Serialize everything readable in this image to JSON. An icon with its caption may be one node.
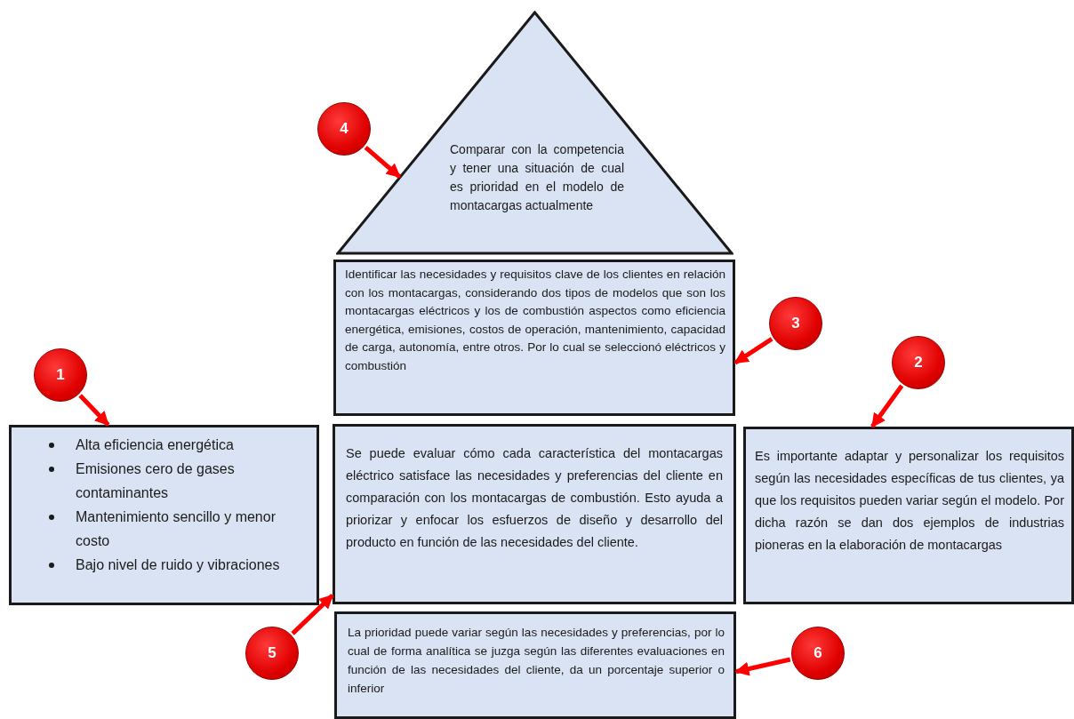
{
  "diagram": {
    "nodes": [
      {
        "text": [
          "Comparar con la competencia y tener una situación de cual es prioridad en el modelo de montacargas actualmente"
        ]
      },
      {
        "text": [
          "Identificar las necesidades y requisitos clave de los clientes en relación con los montacargas, considerando dos tipos de modelos que son los montacargas eléctricos y los de combustión aspectos como eficiencia energética, emisiones, costos de operación, mantenimiento, capacidad de carga, autonomía, entre otros. Por lo cual se seleccionó eléctricos y combustión"
        ]
      },
      {
        "text": [
          "Alta eficiencia energética",
          "Emisiones cero de gases contaminantes",
          "Mantenimiento sencillo y menor costo",
          "Bajo nivel de ruido y vibraciones"
        ]
      },
      {
        "text": [
          "Se puede evaluar cómo cada característica del montacargas eléctrico satisface las necesidades y preferencias del cliente en comparación con los montacargas de combustión. Esto ayuda a priorizar y enfocar los esfuerzos de diseño y desarrollo del producto en función de las necesidades del cliente."
        ]
      },
      {
        "text": [
          "Es importante adaptar y personalizar los requisitos según las necesidades específicas de tus clientes, ya que los requisitos pueden variar según el modelo. Por dicha razón se dan dos ejemplos de industrias pioneras en la elaboración de montacargas"
        ]
      },
      {
        "text": [
          "La prioridad puede variar según las necesidades y preferencias, por lo cual de forma analítica se juzga según las diferentes evaluaciones en función de las necesidades del cliente, da un porcentaje superior o inferior"
        ]
      },
      {
        "text": [
          "1"
        ]
      },
      {
        "text": [
          "2"
        ]
      },
      {
        "text": [
          "3"
        ]
      },
      {
        "text": [
          "4"
        ]
      },
      {
        "text": [
          "5"
        ]
      },
      {
        "text": [
          "6"
        ]
      }
    ],
    "edges": [
      {
        "from": 6,
        "to": 2,
        "arrow": "to"
      },
      {
        "from": 7,
        "to": 4,
        "arrow": "to"
      },
      {
        "from": 8,
        "to": 1,
        "arrow": "to"
      },
      {
        "from": 9,
        "to": 0,
        "arrow": "to"
      },
      {
        "from": 10,
        "to": 3,
        "arrow": "to"
      },
      {
        "from": 11,
        "to": 5,
        "arrow": "to"
      }
    ]
  }
}
